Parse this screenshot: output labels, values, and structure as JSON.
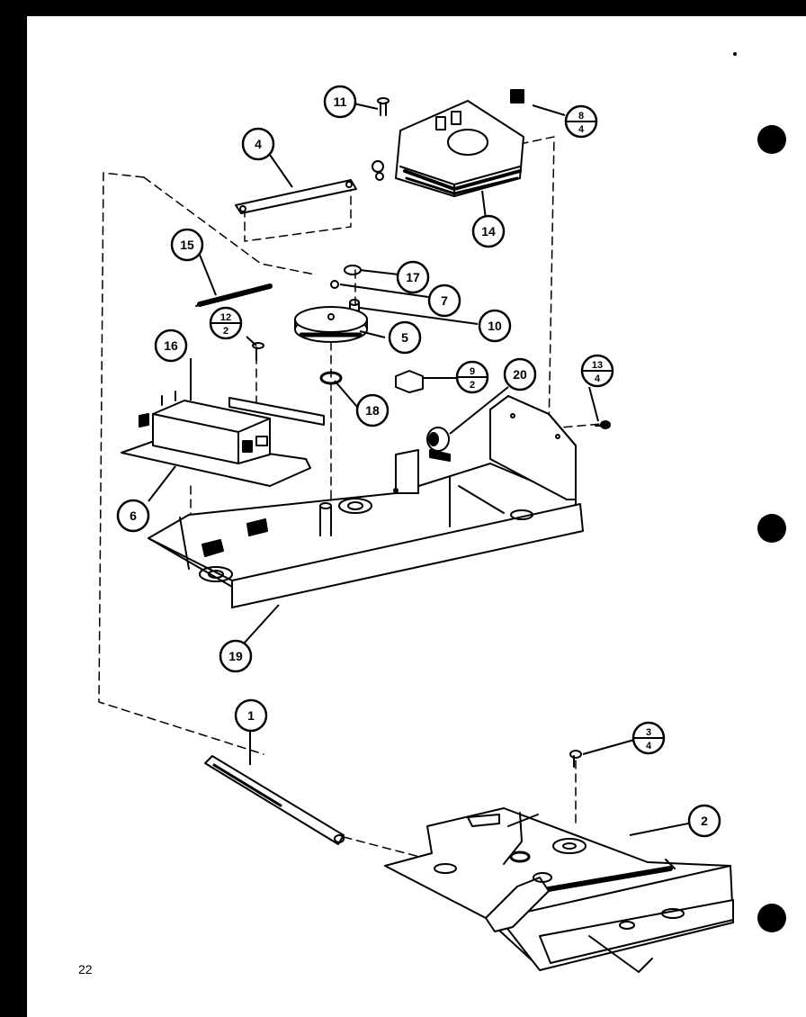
{
  "page": {
    "number": "22"
  },
  "callouts": [
    {
      "id": "c11",
      "label": "11"
    },
    {
      "id": "c4",
      "label": "4"
    },
    {
      "id": "c14",
      "label": "14"
    },
    {
      "id": "c15",
      "label": "15"
    },
    {
      "id": "c17",
      "label": "17"
    },
    {
      "id": "c7",
      "label": "7"
    },
    {
      "id": "c10",
      "label": "10"
    },
    {
      "id": "c5",
      "label": "5"
    },
    {
      "id": "c16",
      "label": "16"
    },
    {
      "id": "c18",
      "label": "18"
    },
    {
      "id": "c20",
      "label": "20"
    },
    {
      "id": "c6",
      "label": "6"
    },
    {
      "id": "c19",
      "label": "19"
    },
    {
      "id": "c1",
      "label": "1"
    },
    {
      "id": "c2",
      "label": "2"
    }
  ],
  "fraction_callouts": [
    {
      "id": "f8_4",
      "top": "8",
      "bottom": "4"
    },
    {
      "id": "f12_2",
      "top": "12",
      "bottom": "2"
    },
    {
      "id": "f9_2",
      "top": "9",
      "bottom": "2"
    },
    {
      "id": "f13_4",
      "top": "13",
      "bottom": "4"
    },
    {
      "id": "f3_4",
      "top": "3",
      "bottom": "4"
    }
  ]
}
